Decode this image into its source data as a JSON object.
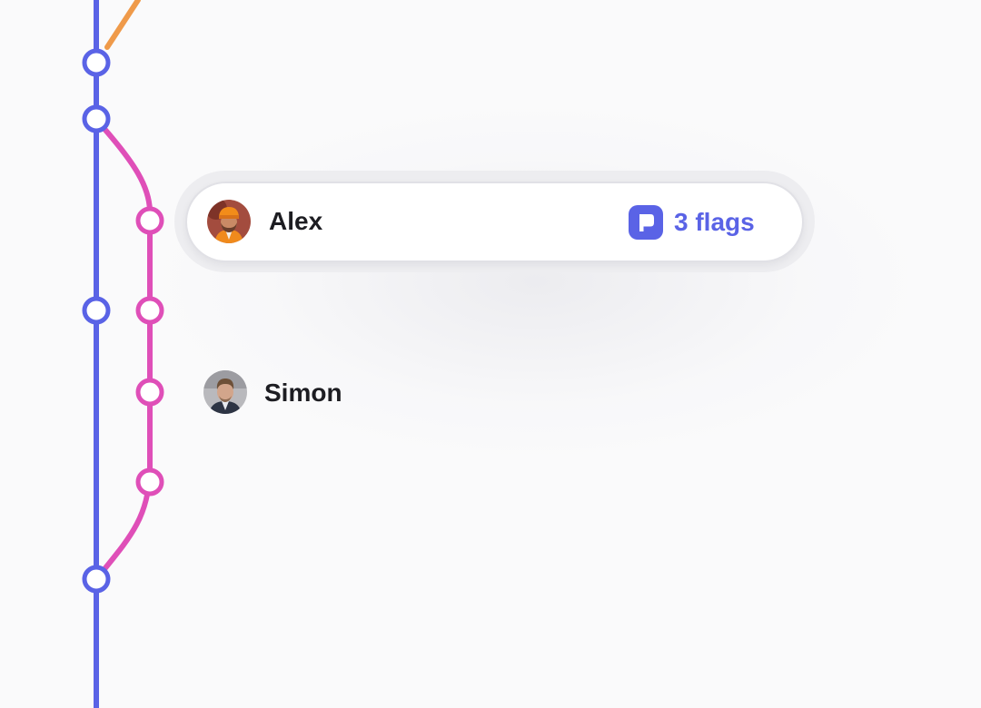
{
  "colors": {
    "main_branch": "#5a63e6",
    "feature_branch": "#df4fb8",
    "side_branch": "#ef9a4a",
    "accent": "#5a63e6",
    "text": "#1d1d22"
  },
  "entries": [
    {
      "author": "Alex",
      "avatar_icon": "person-avatar-orange-cap",
      "flags_icon": "flag-icon",
      "flags_label": "3 flags",
      "highlighted": true
    },
    {
      "author": "Simon",
      "avatar_icon": "person-avatar-suit",
      "highlighted": false
    }
  ]
}
